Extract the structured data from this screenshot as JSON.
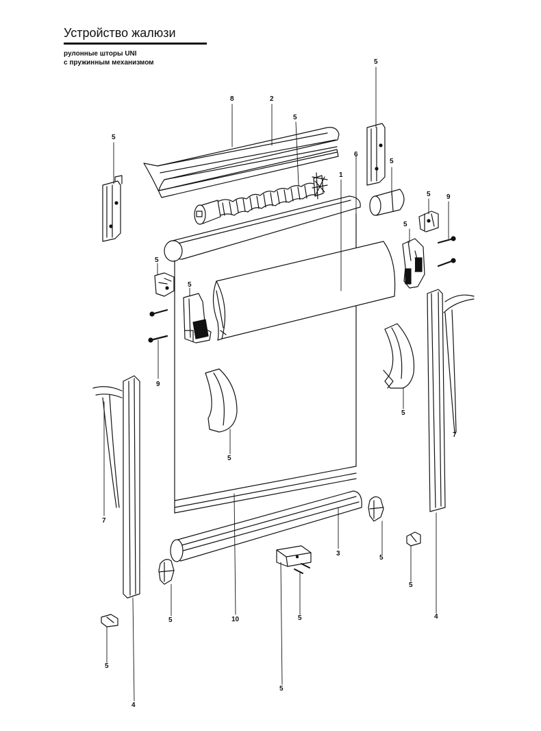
{
  "header": {
    "title": "Устройство жалюзи",
    "subtitle_line1": "рулонные шторы UNI",
    "subtitle_line2": "с пружинным механизмом"
  },
  "callouts": {
    "c8": "8",
    "c2": "2",
    "c5_spring": "5",
    "c6": "6",
    "c1": "1",
    "c5_top_right": "5",
    "c5_cap": "5",
    "c5_left_bracket": "5",
    "c5_right_bracket_small": "5",
    "c9_right": "9",
    "c5_right_clip": "5",
    "c5_left_clip_small": "5",
    "c5_left_clip": "5",
    "c9_left": "9",
    "c5_right_hook": "5",
    "c5_left_hook": "5",
    "c7_right": "7",
    "c7_left": "7",
    "c3": "3",
    "c5_bar_end_right": "5",
    "c5_bar_end_left": "5",
    "c10": "10",
    "c5_screws": "5",
    "c5_right_small": "5",
    "c4_right": "4",
    "c5_left_small": "5",
    "c4_left": "4",
    "c5_handle": "5"
  }
}
